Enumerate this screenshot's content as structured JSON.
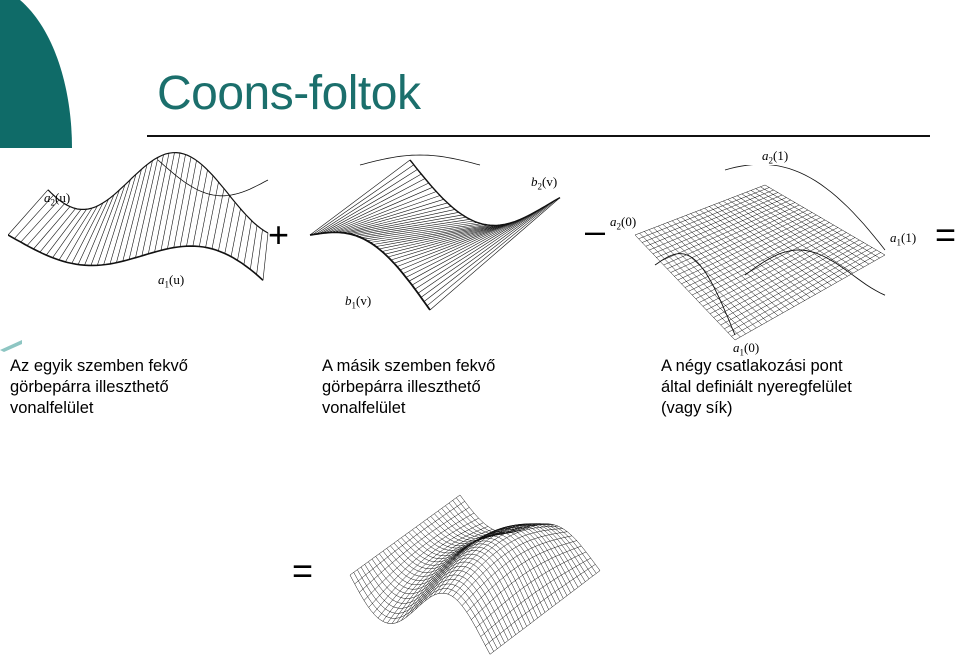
{
  "title": "Coons-foltok",
  "operators": {
    "plus": "+",
    "minus": "–",
    "equals_right": "=",
    "equals_bottom": "="
  },
  "labels": {
    "a2u": {
      "base": "a",
      "sub": "2",
      "arg": "(u)"
    },
    "a1u": {
      "base": "a",
      "sub": "1",
      "arg": "(u)"
    },
    "b2v": {
      "base": "b",
      "sub": "2",
      "arg": "(v)"
    },
    "b1v": {
      "base": "b",
      "sub": "1",
      "arg": "(v)"
    },
    "a2_1": {
      "base": "a",
      "sub": "2",
      "arg": "(1)"
    },
    "a2_0": {
      "base": "a",
      "sub": "2",
      "arg": "(0)"
    },
    "a1_1": {
      "base": "a",
      "sub": "1",
      "arg": "(1)"
    },
    "a1_0": {
      "base": "a",
      "sub": "1",
      "arg": "(0)"
    }
  },
  "captions": {
    "first": [
      "Az egyik szemben fekvő",
      "görbepárra illeszthető",
      "vonalfelület"
    ],
    "second": [
      "A másik szemben fekvő",
      "görbepárra illeszthető",
      "vonalfelület"
    ],
    "third": [
      "A négy csatlakozási pont",
      "által definiált nyeregfelület",
      "(vagy sík)"
    ]
  },
  "colors": {
    "title": "#1b6f6c",
    "accent_teal": "#0f6b68",
    "accent_light": "#8ec6c3"
  }
}
